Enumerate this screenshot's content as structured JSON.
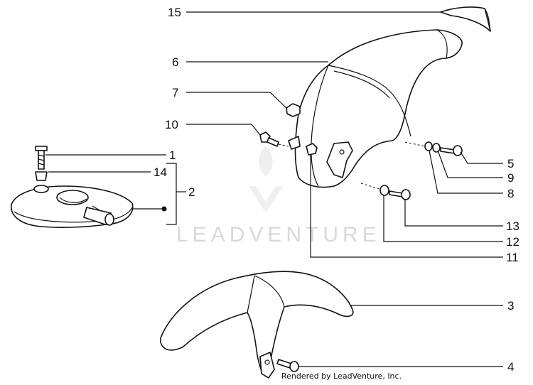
{
  "watermark": {
    "text": "LEADVENTURE"
  },
  "credit": "Rendered by LeadVenture, Inc.",
  "callouts": [
    "15",
    "6",
    "7",
    "10",
    "1",
    "14",
    "2",
    "5",
    "9",
    "8",
    "13",
    "12",
    "11",
    "3",
    "4"
  ]
}
